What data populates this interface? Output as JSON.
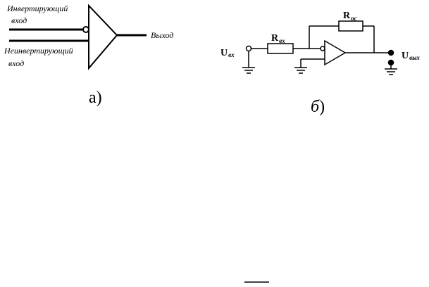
{
  "diagram_a": {
    "inverting_input": [
      "Инвертирующий",
      "вход"
    ],
    "noninverting_input": [
      "Неинвертирующий",
      "вход"
    ],
    "output": "Выход",
    "caption": "а)"
  },
  "diagram_b": {
    "r_in": {
      "main": "R",
      "sub": "вх"
    },
    "r_fb": {
      "main": "R",
      "sub": "ос"
    },
    "u_in": {
      "main": "U",
      "sub": "вх"
    },
    "u_out": {
      "main": "U",
      "sub": "вых"
    },
    "caption_letter": "б",
    "caption_paren": ")"
  }
}
